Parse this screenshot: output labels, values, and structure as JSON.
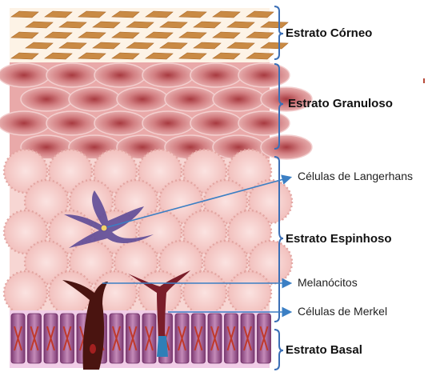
{
  "layers": {
    "corneo": "Estrato Córneo",
    "granuloso": "Estrato Granuloso",
    "espinhoso": "Estrato Espinhoso",
    "basal": "Estrato Basal"
  },
  "cells": {
    "langerhans": "Células de Langerhans",
    "melanocitos": "Melanócitos",
    "merkel": "Células de Merkel"
  },
  "colors": {
    "corneo": "#c98a44",
    "granuloso": "#cf7e7e",
    "espinhoso": "#f6c9c6",
    "basal": "#9b4f8d",
    "langerhans": "#5e4b97",
    "melanocito": "#4a1410",
    "merkel": "#2f7fb7",
    "bracket": "#3b6fb6",
    "arrow": "#3b7fc4"
  }
}
